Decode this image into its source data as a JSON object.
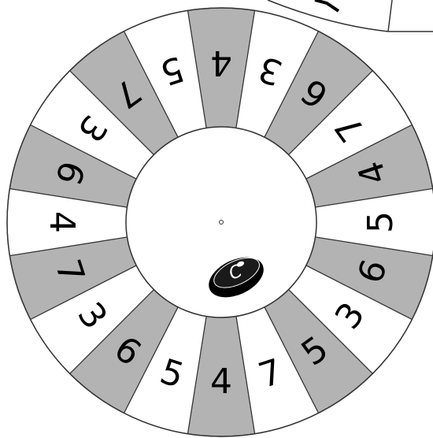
{
  "game": {
    "wheel_numbers": [
      "4",
      "3",
      "6",
      "7",
      "4",
      "5",
      "6",
      "3",
      "5",
      "7",
      "4",
      "5",
      "6",
      "3",
      "7",
      "4",
      "6",
      "3",
      "7",
      "5"
    ],
    "wheel_shaded": [
      true,
      false,
      true,
      false,
      true,
      false,
      true,
      false,
      true,
      false,
      true,
      false,
      true,
      false,
      true,
      false,
      true,
      false,
      true,
      false
    ],
    "cap": {
      "letter": "C",
      "icon": "bottle-cap-icon"
    },
    "colors": {
      "shaded": "#b3b3b3",
      "plain": "#ffffff",
      "outline": "#333333"
    }
  }
}
